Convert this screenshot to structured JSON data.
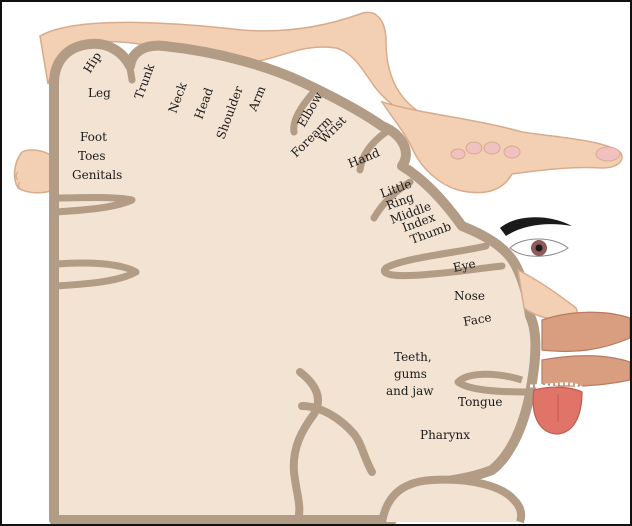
{
  "colors": {
    "cortex_fill": "#f3e3d3",
    "cortex_outline": "#b39c86",
    "skin": "#f3d0b4",
    "skin_outline": "#d8ab8b",
    "lips": "#d99d7f",
    "tongue": "#e07468",
    "eyebrow": "#1a1a1a",
    "iris": "#8f5a5a"
  },
  "icons": {
    "leg": "leg-illustration",
    "hand": "hand-illustration",
    "eye": "eye-illustration",
    "nose": "nose-illustration",
    "lips": "lips-illustration",
    "tongue": "tongue-illustration"
  },
  "labels": {
    "hip": "Hip",
    "leg": "Leg",
    "trunk": "Trunk",
    "neck": "Neck",
    "head": "Head",
    "shoulder": "Shoulder",
    "arm": "Arm",
    "elbow": "Elbow",
    "forearm": "Forearm",
    "wrist": "Wrist",
    "hand": "Hand",
    "little": "Little",
    "ring": "Ring",
    "middle": "Middle",
    "index": "Index",
    "thumb": "Thumb",
    "foot": "Foot",
    "toes": "Toes",
    "genitals": "Genitals",
    "eye": "Eye",
    "nose": "Nose",
    "face": "Face",
    "teeth_line1": "Teeth,",
    "teeth_line2": "gums",
    "teeth_line3": "and jaw",
    "tongue": "Tongue",
    "pharynx": "Pharynx"
  }
}
